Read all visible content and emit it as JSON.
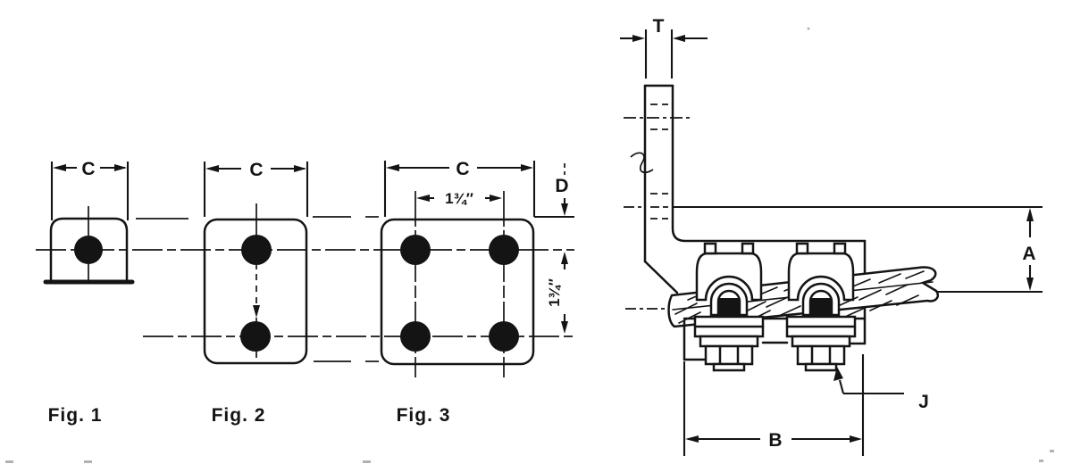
{
  "figures": [
    {
      "label": "Fig. 1",
      "width_dim": "C",
      "hole_count": 1
    },
    {
      "label": "Fig. 2",
      "width_dim": "C",
      "hole_count": 2
    },
    {
      "label": "Fig. 3",
      "width_dim": "C",
      "hole_count": 4,
      "hole_spacing_horizontal": "1¾″",
      "hole_spacing_vertical": "1¾″",
      "top_edge_to_hole_dim": "D"
    }
  ],
  "side_view": {
    "tongue_thickness_dim": "T",
    "pad_to_conductor_dim": "A",
    "clamp_width_dim": "B",
    "bolt_callout": "J"
  },
  "colors": {
    "ink": "#141414",
    "paper": "#ffffff"
  }
}
